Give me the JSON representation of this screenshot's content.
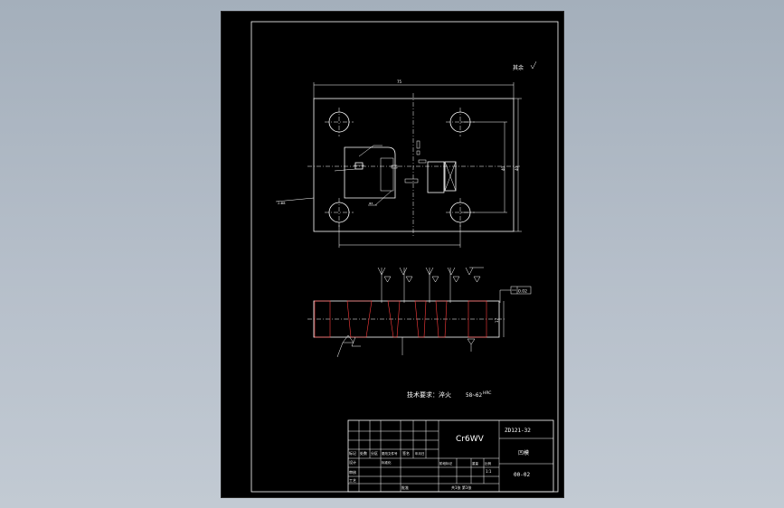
{
  "drawing": {
    "roughness_note": "其余",
    "dims": {
      "top_width": "75",
      "right_outer": "40",
      "right_inner": "40",
      "side_height": "17"
    },
    "tech_requirements": "技术要求：淬火",
    "hardness_value": "58~62",
    "hardness_unit": "HRC",
    "flatness_tolerance": "0.02"
  },
  "title_block": {
    "material": "Cr6WV",
    "drawing_code": "ZD121-32",
    "part_name": "凹模",
    "drawing_number": "00-02",
    "sheet_info": "共1张 第1张",
    "labels": {
      "mark": "标记",
      "count": "处数",
      "zone": "分区",
      "change_doc": "更改文件号",
      "signature": "签名",
      "date": "年月日",
      "designer": "设计",
      "standardize": "标准化",
      "stage_mark": "阶段标记",
      "weight": "重量",
      "scale": "比例",
      "review": "审核",
      "process": "工艺",
      "approve": "批准",
      "scale_value": "1:1"
    }
  }
}
